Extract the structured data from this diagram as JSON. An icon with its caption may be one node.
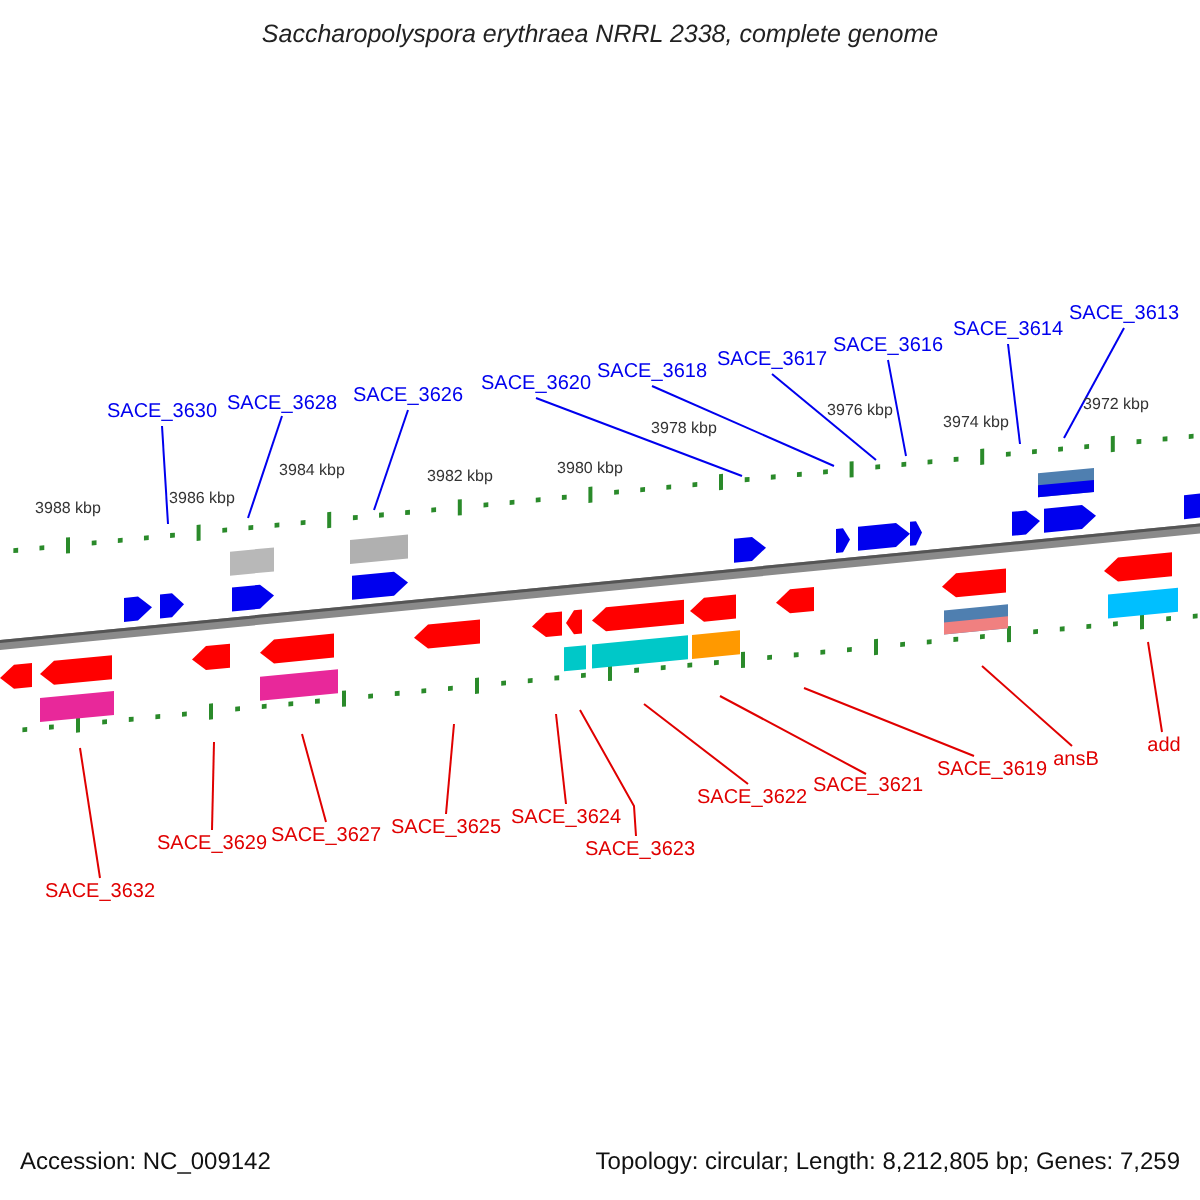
{
  "diagram": {
    "title": "Saccharopolyspora erythraea NRRL 2338, complete genome",
    "nodes": [
      {
        "text": [
          "SACE_3630"
        ]
      },
      {
        "text": [
          "SACE_3628"
        ]
      },
      {
        "text": [
          "SACE_3626"
        ]
      },
      {
        "text": [
          "SACE_3620"
        ]
      },
      {
        "text": [
          "SACE_3618"
        ]
      },
      {
        "text": [
          "SACE_3617"
        ]
      },
      {
        "text": [
          "SACE_3616"
        ]
      },
      {
        "text": [
          "SACE_3614"
        ]
      },
      {
        "text": [
          "SACE_3613"
        ]
      },
      {
        "text": [
          "SACE_3632"
        ]
      },
      {
        "text": [
          "SACE_3629"
        ]
      },
      {
        "text": [
          "SACE_3627"
        ]
      },
      {
        "text": [
          "SACE_3625"
        ]
      },
      {
        "text": [
          "SACE_3624"
        ]
      },
      {
        "text": [
          "SACE_3623"
        ]
      },
      {
        "text": [
          "SACE_3622"
        ]
      },
      {
        "text": [
          "SACE_3621"
        ]
      },
      {
        "text": [
          "SACE_3619"
        ]
      },
      {
        "text": [
          "ansB"
        ]
      },
      {
        "text": [
          "add"
        ]
      }
    ],
    "edges": [
      {
        "from": 0,
        "to": null,
        "arrow": "none",
        "color": "#0000ee"
      },
      {
        "from": 1,
        "to": null,
        "arrow": "none",
        "color": "#0000ee"
      },
      {
        "from": 2,
        "to": null,
        "arrow": "none",
        "color": "#0000ee"
      },
      {
        "from": 3,
        "to": null,
        "arrow": "none",
        "color": "#0000ee"
      },
      {
        "from": 4,
        "to": null,
        "arrow": "none",
        "color": "#0000ee"
      },
      {
        "from": 5,
        "to": null,
        "arrow": "none",
        "color": "#0000ee"
      },
      {
        "from": 6,
        "to": null,
        "arrow": "none",
        "color": "#0000ee"
      },
      {
        "from": 7,
        "to": null,
        "arrow": "none",
        "color": "#0000ee"
      },
      {
        "from": 8,
        "to": null,
        "arrow": "none",
        "color": "#0000ee"
      },
      {
        "from": 9,
        "to": null,
        "arrow": "none"
      },
      {
        "from": 10,
        "to": null,
        "arrow": "none"
      },
      {
        "from": 11,
        "to": null,
        "arrow": "none"
      },
      {
        "from": 12,
        "to": null,
        "arrow": "none"
      },
      {
        "from": 13,
        "to": null,
        "arrow": "none"
      },
      {
        "from": 14,
        "to": null,
        "arrow": "none"
      },
      {
        "from": 15,
        "to": null,
        "arrow": "none"
      },
      {
        "from": 16,
        "to": null,
        "arrow": "none"
      },
      {
        "from": 17,
        "to": null,
        "arrow": "none"
      },
      {
        "from": 18,
        "to": null,
        "arrow": "none"
      },
      {
        "from": 19,
        "to": null,
        "arrow": "none"
      }
    ],
    "labels": [
      "3988 kbp",
      "3986 kbp",
      "3984 kbp",
      "3982 kbp",
      "3980 kbp",
      "3978 kbp",
      "3976 kbp",
      "3974 kbp",
      "3972 kbp",
      "Accession: NC_009142",
      "Topology: circular; Length: 8,212,805 bp; Genes: 7,259"
    ]
  }
}
